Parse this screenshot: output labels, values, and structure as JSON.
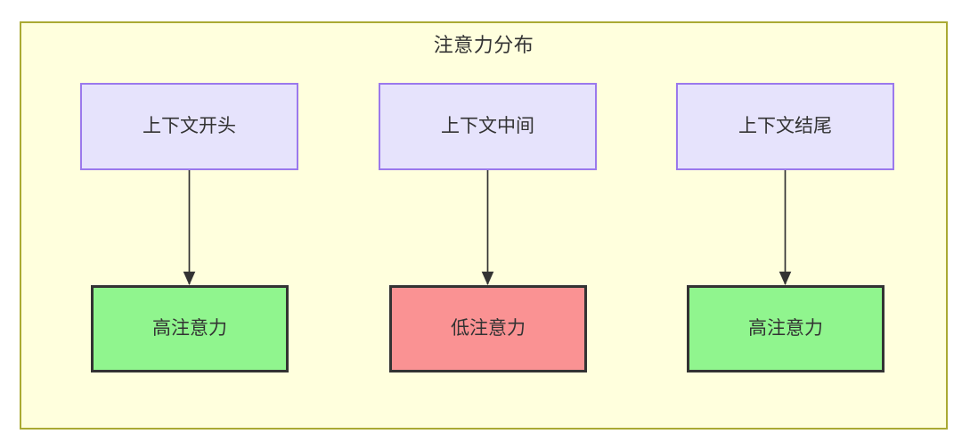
{
  "diagram": {
    "title": "注意力分布",
    "colors": {
      "container_fill": "#ffffdd",
      "container_border": "#aaaa33",
      "context_fill": "#e6e3fc",
      "context_border": "#9b79ec",
      "high_attention_fill": "#90f58e",
      "low_attention_fill": "#fa9293",
      "node_border": "#333333",
      "edge": "#333333",
      "text": "#333333"
    },
    "context_nodes": [
      {
        "id": "ctx-start",
        "label": "上下文开头"
      },
      {
        "id": "ctx-middle",
        "label": "上下文中间"
      },
      {
        "id": "ctx-end",
        "label": "上下文结尾"
      }
    ],
    "attention_nodes": [
      {
        "id": "attn-start",
        "label": "高注意力",
        "level": "high"
      },
      {
        "id": "attn-middle",
        "label": "低注意力",
        "level": "low"
      },
      {
        "id": "attn-end",
        "label": "高注意力",
        "level": "high"
      }
    ],
    "edges": [
      {
        "from": "上下文开头",
        "to": "高注意力"
      },
      {
        "from": "上下文中间",
        "to": "低注意力"
      },
      {
        "from": "上下文结尾",
        "to": "高注意力"
      }
    ]
  }
}
